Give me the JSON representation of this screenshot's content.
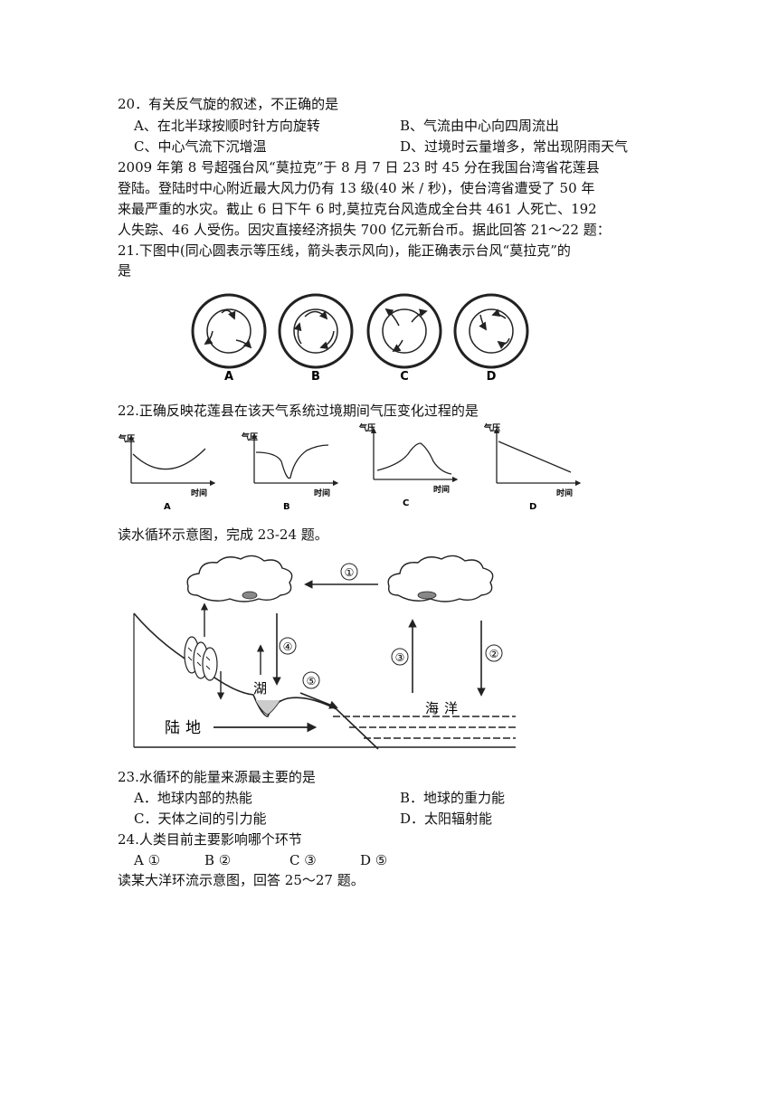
{
  "q20": {
    "stem": "20．有关反气旋的叙述，不正确的是",
    "A": "A、在北半球按顺时针方向旋转",
    "B": "B、气流由中心向四周流出",
    "C": "C、中心气流下沉增温",
    "D": "D、过境时云量增多，常出现阴雨天气"
  },
  "passage": [
    "2009 年第 8 号超强台风“莫拉克”于 8 月 7 日 23 时 45 分在我国台湾省花莲县",
    "登陆。登陆时中心附近最大风力仍有 13 级(40 米 / 秒)，使台湾省遭受了 50 年",
    "来最严重的水灾。截止 6 日下午 6 时,莫拉克台风造成全台共 461 人死亡、192",
    "人失踪、46 人受伤。因灾直接经济损失 700 亿元新台币。据此回答 21～22 题："
  ],
  "q21": {
    "stem1": "21.下图中(同心圆表示等压线，箭头表示风向)，能正确表示台风“莫拉克”的",
    "stem2": "是",
    "labels": [
      "A",
      "B",
      "C",
      "D"
    ]
  },
  "q22": {
    "stem": "22.正确反映花莲县在该天气系统过境期间气压变化过程的是",
    "ylabel": "气压",
    "xlabel": "时间",
    "labels": [
      "A",
      "B",
      "C",
      "D"
    ]
  },
  "intro_water": "读水循环示意图，完成 23-24 题。",
  "diagram": {
    "markers": [
      "①",
      "②",
      "③",
      "④",
      "⑤"
    ],
    "lake": "湖",
    "land": "陆地",
    "ocean": "海洋"
  },
  "q23": {
    "stem": "23.水循环的能量来源最主要的是",
    "A": "A．地球内部的热能",
    "B": "B．地球的重力能",
    "C": "C．天体之间的引力能",
    "D": "D．太阳辐射能"
  },
  "q24": {
    "stem": "24.人类目前主要影响哪个环节",
    "A": "A ①",
    "B": "B ②",
    "C": "C ③",
    "D": "D ⑤"
  },
  "intro_ocean": "读某大洋环流示意图，回答 25～27 题。"
}
